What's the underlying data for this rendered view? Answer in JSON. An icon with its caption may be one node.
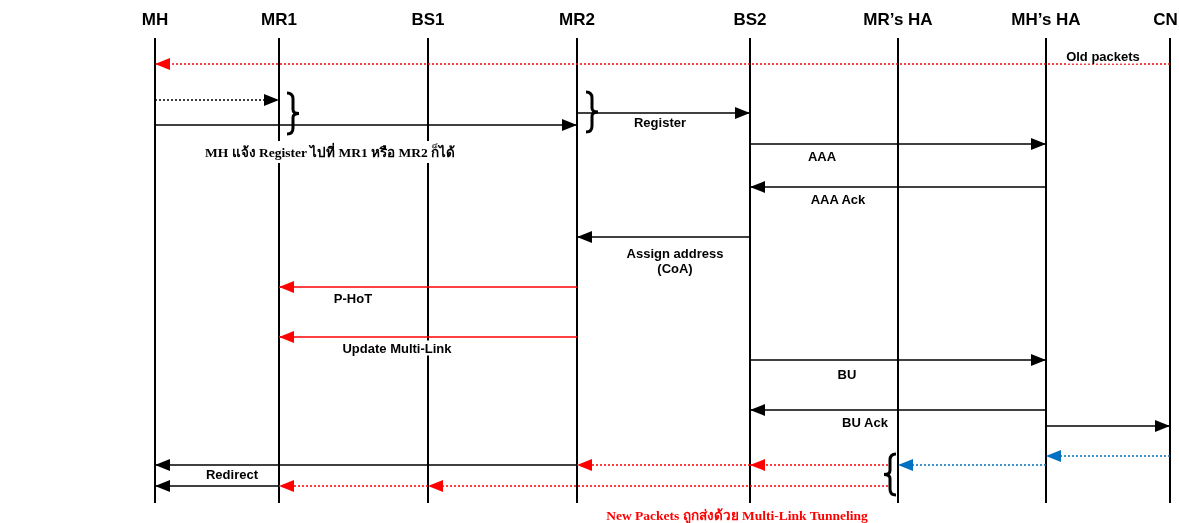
{
  "diagram": {
    "nodes": [
      {
        "text": [
          "MH"
        ]
      },
      {
        "text": [
          "MR1"
        ]
      },
      {
        "text": [
          "BS1"
        ]
      },
      {
        "text": [
          "MR2"
        ]
      },
      {
        "text": [
          "BS2"
        ]
      },
      {
        "text": [
          "MR’s HA"
        ]
      },
      {
        "text": [
          "MH’s HA"
        ]
      },
      {
        "text": [
          "CN"
        ]
      }
    ],
    "edges": [
      {
        "from": 7,
        "to": 0,
        "arrow": "to",
        "label": "Old packets",
        "style": "dashed",
        "color": "#ff0000"
      },
      {
        "from": 0,
        "to": 1,
        "arrow": "to",
        "style": "dashed"
      },
      {
        "from": 0,
        "to": 3,
        "arrow": "to"
      },
      {
        "from": 3,
        "to": 4,
        "arrow": "to",
        "label": "Register"
      },
      {
        "from": 4,
        "to": 6,
        "arrow": "to",
        "label": "AAA"
      },
      {
        "from": 6,
        "to": 4,
        "arrow": "to",
        "label": "AAA Ack"
      },
      {
        "from": 4,
        "to": 3,
        "arrow": "to",
        "label": "Assign address (CoA)"
      },
      {
        "from": 3,
        "to": 1,
        "arrow": "to",
        "label": "P-HoT",
        "color": "#ff0000"
      },
      {
        "from": 3,
        "to": 1,
        "arrow": "to",
        "label": "Update Multi-Link",
        "color": "#ff0000"
      },
      {
        "from": 4,
        "to": 6,
        "arrow": "to",
        "label": "BU"
      },
      {
        "from": 6,
        "to": 4,
        "arrow": "to",
        "label": "BU Ack"
      },
      {
        "from": 6,
        "to": 7,
        "arrow": "to"
      },
      {
        "from": 7,
        "to": 6,
        "arrow": "to",
        "style": "dashed",
        "color": "#0070c0"
      },
      {
        "from": 6,
        "to": 5,
        "arrow": "to",
        "style": "dashed",
        "color": "#0070c0"
      },
      {
        "from": 5,
        "to": 4,
        "arrow": "to",
        "style": "dashed",
        "color": "#ff0000"
      },
      {
        "from": 4,
        "to": 3,
        "arrow": "to",
        "style": "dashed",
        "color": "#ff0000"
      },
      {
        "from": 3,
        "to": 0,
        "arrow": "to",
        "label": "Redirect"
      },
      {
        "from": 5,
        "to": 2,
        "arrow": "to",
        "style": "dashed",
        "color": "#ff0000"
      },
      {
        "from": 2,
        "to": 1,
        "arrow": "to",
        "style": "dashed",
        "color": "#ff0000"
      },
      {
        "from": 1,
        "to": 0,
        "arrow": "to"
      }
    ],
    "labels": [
      "MH  แจ้ง Register ไปที่ MR1 หรือ MR2 ก็ได้",
      "New Packets ถูกส่งด้วย  Multi-Link Tunneling"
    ]
  }
}
